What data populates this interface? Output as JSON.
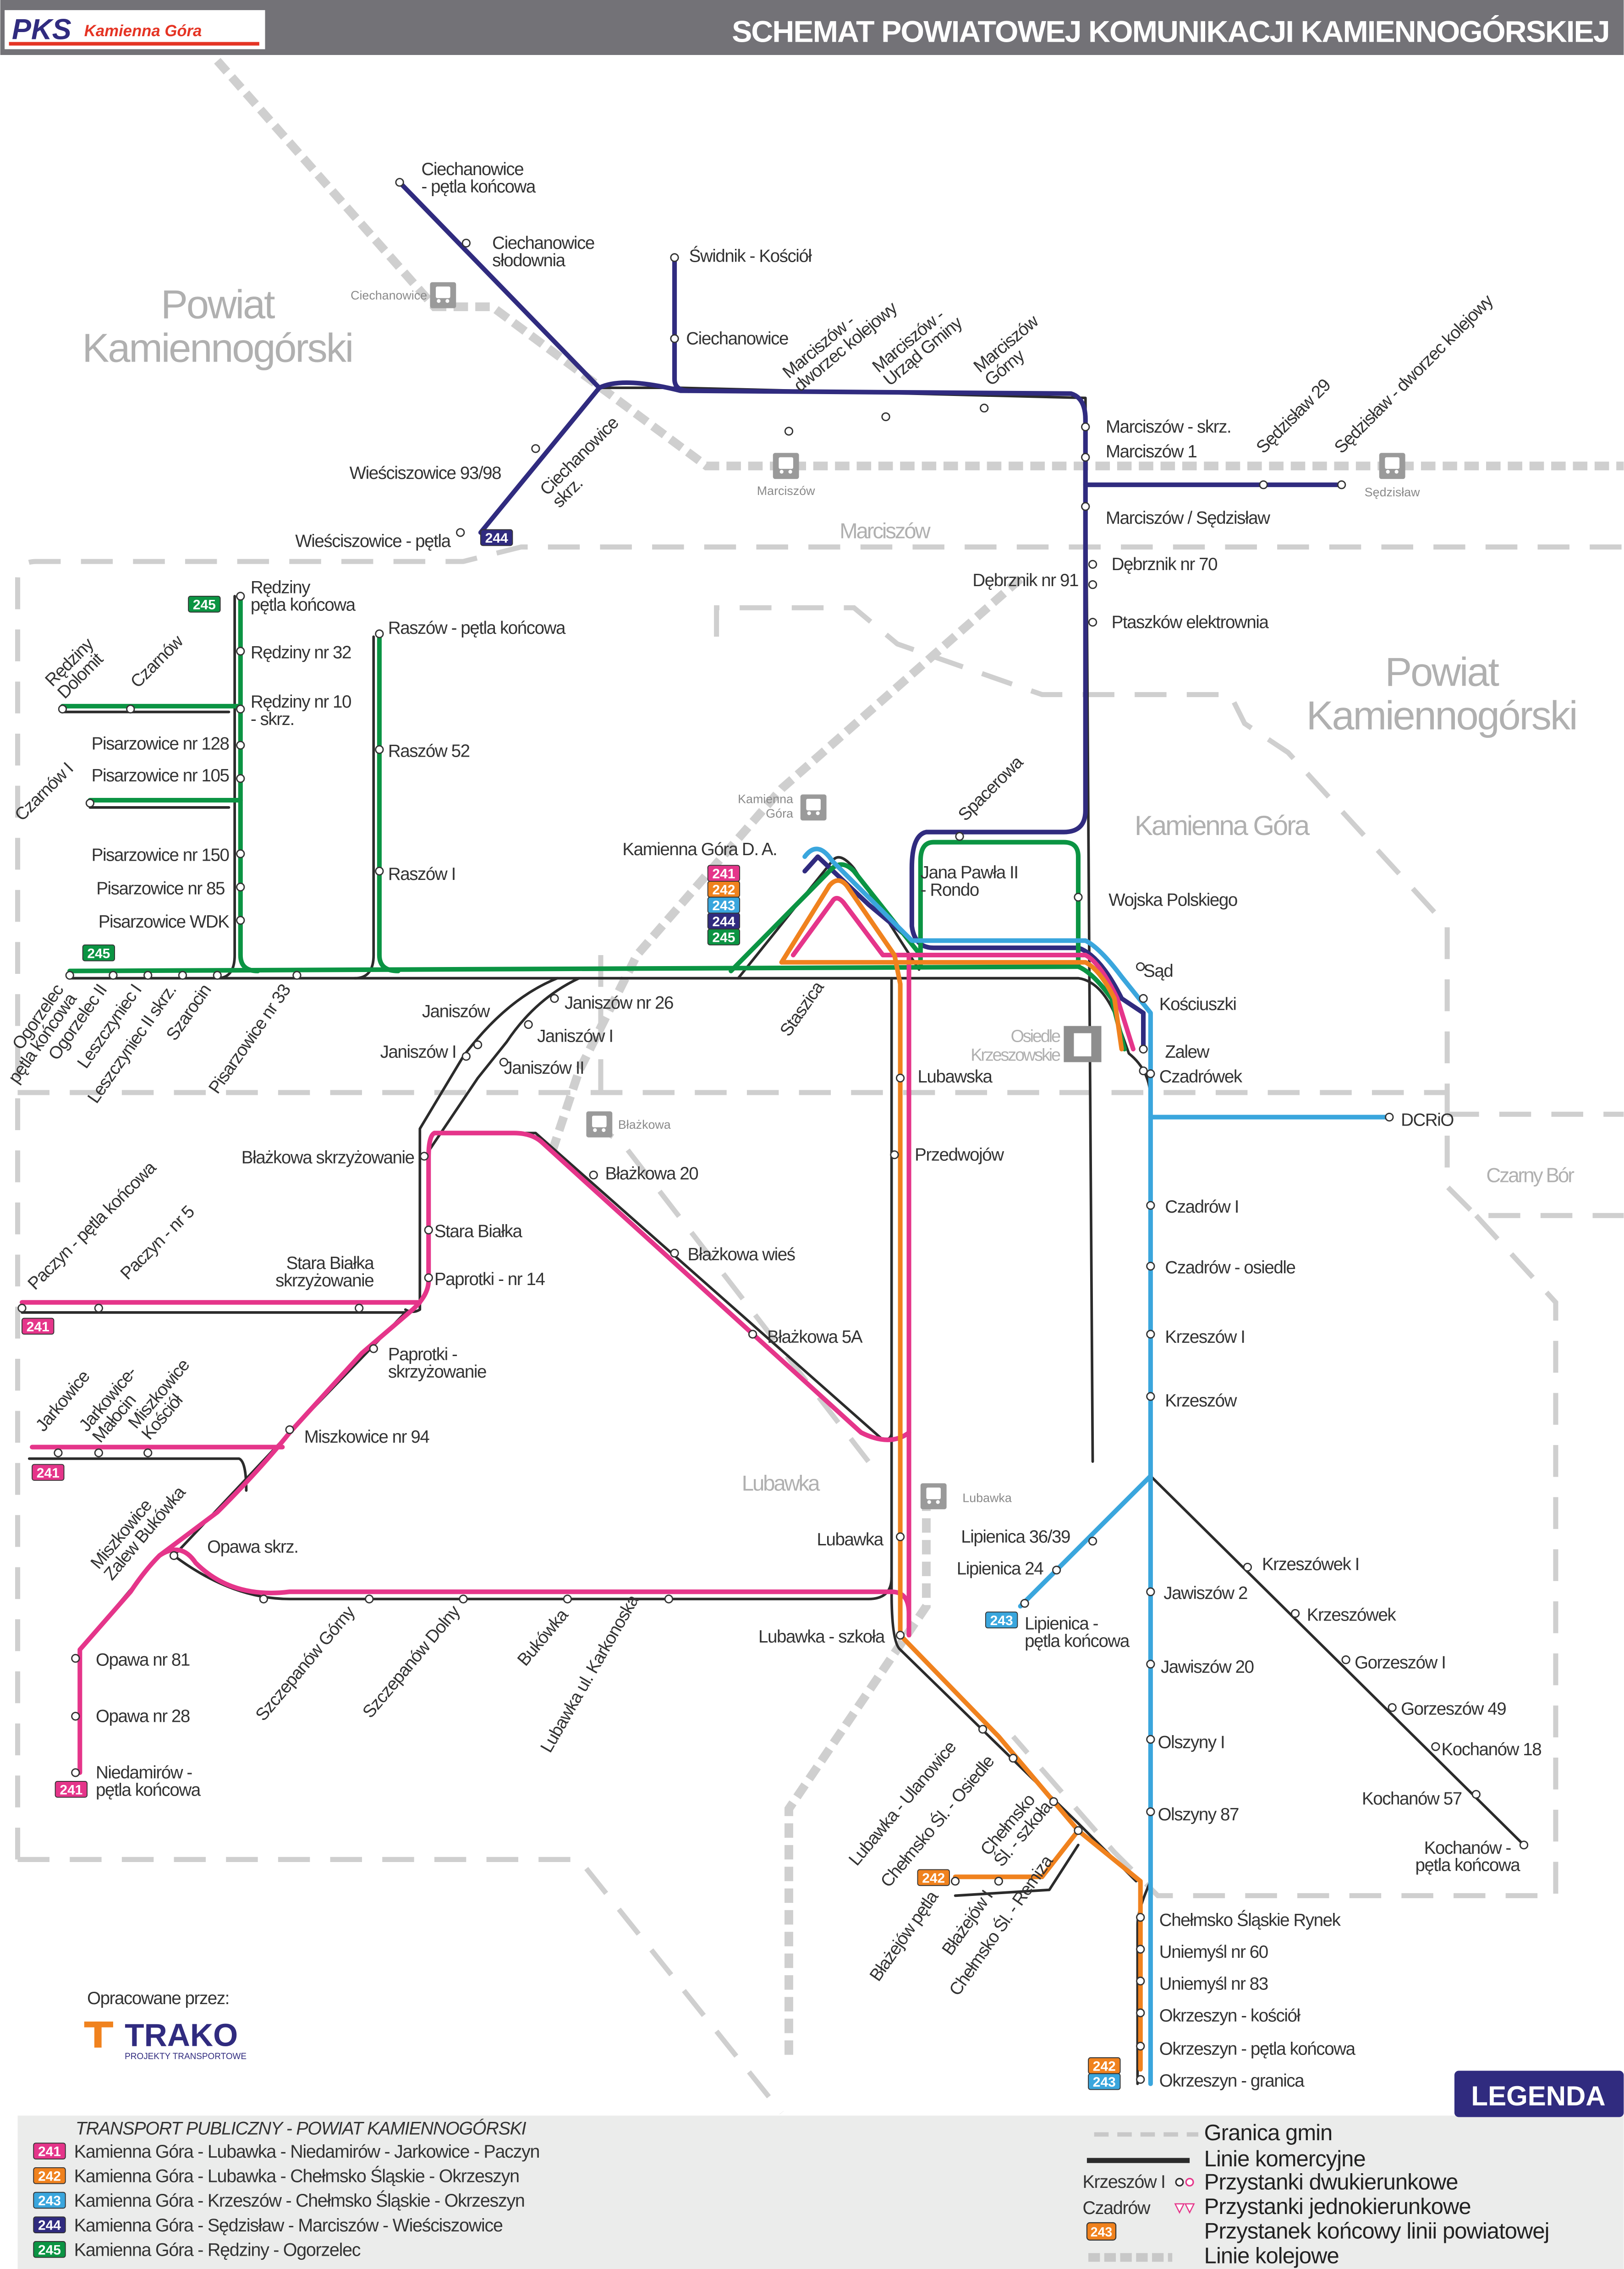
{
  "header": {
    "title": "SCHEMAT POWIATOWEJ KOMUNIKACJI KAMIENNOGÓRSKIEJ",
    "logo_text": "PKS Kamienna Góra"
  },
  "colors": {
    "241": "#e5358a",
    "242": "#f0821e",
    "243": "#3aa6dd",
    "244": "#302b7f",
    "245": "#0b9443",
    "commercial": "#2b2b2b",
    "header": "#737277"
  },
  "areas": [
    "Powiat",
    "Kamiennogórski",
    "Marciszów",
    "Powiat",
    "Kamiennogórski",
    "Kamienna Góra",
    "Czarny Bór",
    "Lubawka"
  ],
  "railway_stations": [
    "Ciechanowice",
    "Marciszów",
    "Sędzisław",
    "Kamienna",
    "Góra",
    "Błażkowa",
    "Lubawka"
  ],
  "district": [
    "Osiedle",
    "Krzeszowskie"
  ],
  "stops": [
    "Ciechanowice\n- pętla końcowa",
    "Ciechanowice\nsłodownia",
    "Świdnik - Kościół",
    "Ciechanowice",
    "Marciszów -\ndworzec kolejowy",
    "Marciszów -\nUrząd Gminy",
    "Marciszów\nGórny",
    "Marciszów - skrz.",
    "Marciszów 1",
    "Sędzisław 29",
    "Sędzisław - dworzec kolejowy",
    "Marciszów / Sędzisław",
    "Dębrznik nr 70",
    "Dębrznik nr 91",
    "Ptaszków elektrownia",
    "Ciechanowice\nskrz.",
    "Wieściszowice 93/98",
    "Wieściszowice - pętla",
    "Rędziny\npętla końcowa",
    "Rędziny nr 32",
    "Rędziny nr 10\n- skrz.",
    "Pisarzowice nr 128",
    "Pisarzowice nr 105",
    "Pisarzowice nr 150",
    "Pisarzowice nr 85",
    "Pisarzowice WDK",
    "Rędziny\nDolomit",
    "Czarnów",
    "Czarnów I",
    "Raszów - pętla końcowa",
    "Raszów 52",
    "Raszów I",
    "Ogorzelec\npętla końcowa",
    "Ogorzelec II",
    "Leszczyniec I",
    "Leszczyniec II skrz.",
    "Szarocin",
    "Pisarzowice nr 33",
    "Janiszów",
    "Janiszów I",
    "Janiszów nr 26",
    "Janiszów I",
    "Janiszów II",
    "Kamienna Góra D. A.",
    "Spacerowa",
    "Jana Pawła II\n- Rondo",
    "Wojska Polskiego",
    "Sąd",
    "Kościuszki",
    "Zalew",
    "Czadrówek",
    "Staszica",
    "Lubawska",
    "DCRiO",
    "Przedwojów",
    "Czadrów I",
    "Czadrów  - osiedle",
    "Krzeszów I",
    "Krzeszów",
    "Błażkowa skrzyżowanie",
    "Błażkowa 20",
    "Stara Białka",
    "Paprotki - nr 14",
    "Błażkowa wieś",
    "Stara Białka\nskrzyżowanie",
    "Paczyn - pętla końcowa",
    "Paczyn - nr 5",
    "Paprotki -\nskrzyżowanie",
    "Błażkowa 5A",
    "Jarkowice",
    "Jarkowice-\nMałocin",
    "Miszkowice\nKościół",
    "Miszkowice nr 94",
    "Miszkowice\nZalew Bukówka",
    "Opawa skrz.",
    "Lubawka",
    "Lipienica 36/39",
    "Lipienica 24",
    "Krzeszówek I",
    "Jawiszów 2",
    "Krzeszówek",
    "Lipienica -\npętla końcowa",
    "Lubawka - szkoła",
    "Opawa nr 81",
    "Opawa nr 28",
    "Gorzeszów I",
    "Jawiszów 20",
    "Szczepanów Górny",
    "Szczepanów Dolny",
    "Bukówka",
    "Lubawka ul. Karkonoska",
    "Gorzeszów 49",
    "Olszyny I",
    "Kochanów 18",
    "Niedamirów -\npętla końcowa",
    "Kochanów 57",
    "Olszyny 87",
    "Kochanów -\npętla końcowa",
    "Lubawka - Ulanowice",
    "Chełmsko Śl. - Osiedle",
    "Chełmsko\nŚl. - szkoła",
    "Błażejów pętla",
    "Błażejów I",
    "Chełmsko Śl. - Remiza",
    "Chełmsko Śląskie Rynek",
    "Uniemyśl nr 60",
    "Uniemyśl nr 83",
    "Okrzeszyn - kościół",
    "Okrzeszyn - pętla końcowa",
    "Okrzeszyn - granica"
  ],
  "credits": {
    "prepared_by": "Opracowane przez:",
    "company": "TRAKO",
    "company_sub": "PROJEKTY TRANSPORTOWE"
  },
  "legend": {
    "button": "LEGENDA",
    "heading": "TRANSPORT PUBLICZNY - POWIAT KAMIENNOGÓRSKI",
    "routes": [
      {
        "number": "241",
        "name": "Kamienna Góra - Lubawka - Niedamirów - Jarkowice - Paczyn"
      },
      {
        "number": "242",
        "name": "Kamienna Góra - Lubawka - Chełmsko Śląskie - Okrzeszyn"
      },
      {
        "number": "243",
        "name": "Kamienna Góra - Krzeszów - Chełmsko Śląskie - Okrzeszyn"
      },
      {
        "number": "244",
        "name": "Kamienna Góra - Sędzisław - Marciszów - Wieściszowice"
      },
      {
        "number": "245",
        "name": "Kamienna Góra - Rędziny - Ogorzelec"
      }
    ],
    "items": [
      "Granica gmin",
      "Linie komercyjne",
      "Przystanki dwukierunkowe",
      "Przystanki jednokierunkowe",
      "Przystanek końcowy linii powiatowej",
      "Linie kolejowe"
    ],
    "example_two_way": "Krzeszów I",
    "example_one_way": "Czadrów",
    "example_badge": "243"
  }
}
